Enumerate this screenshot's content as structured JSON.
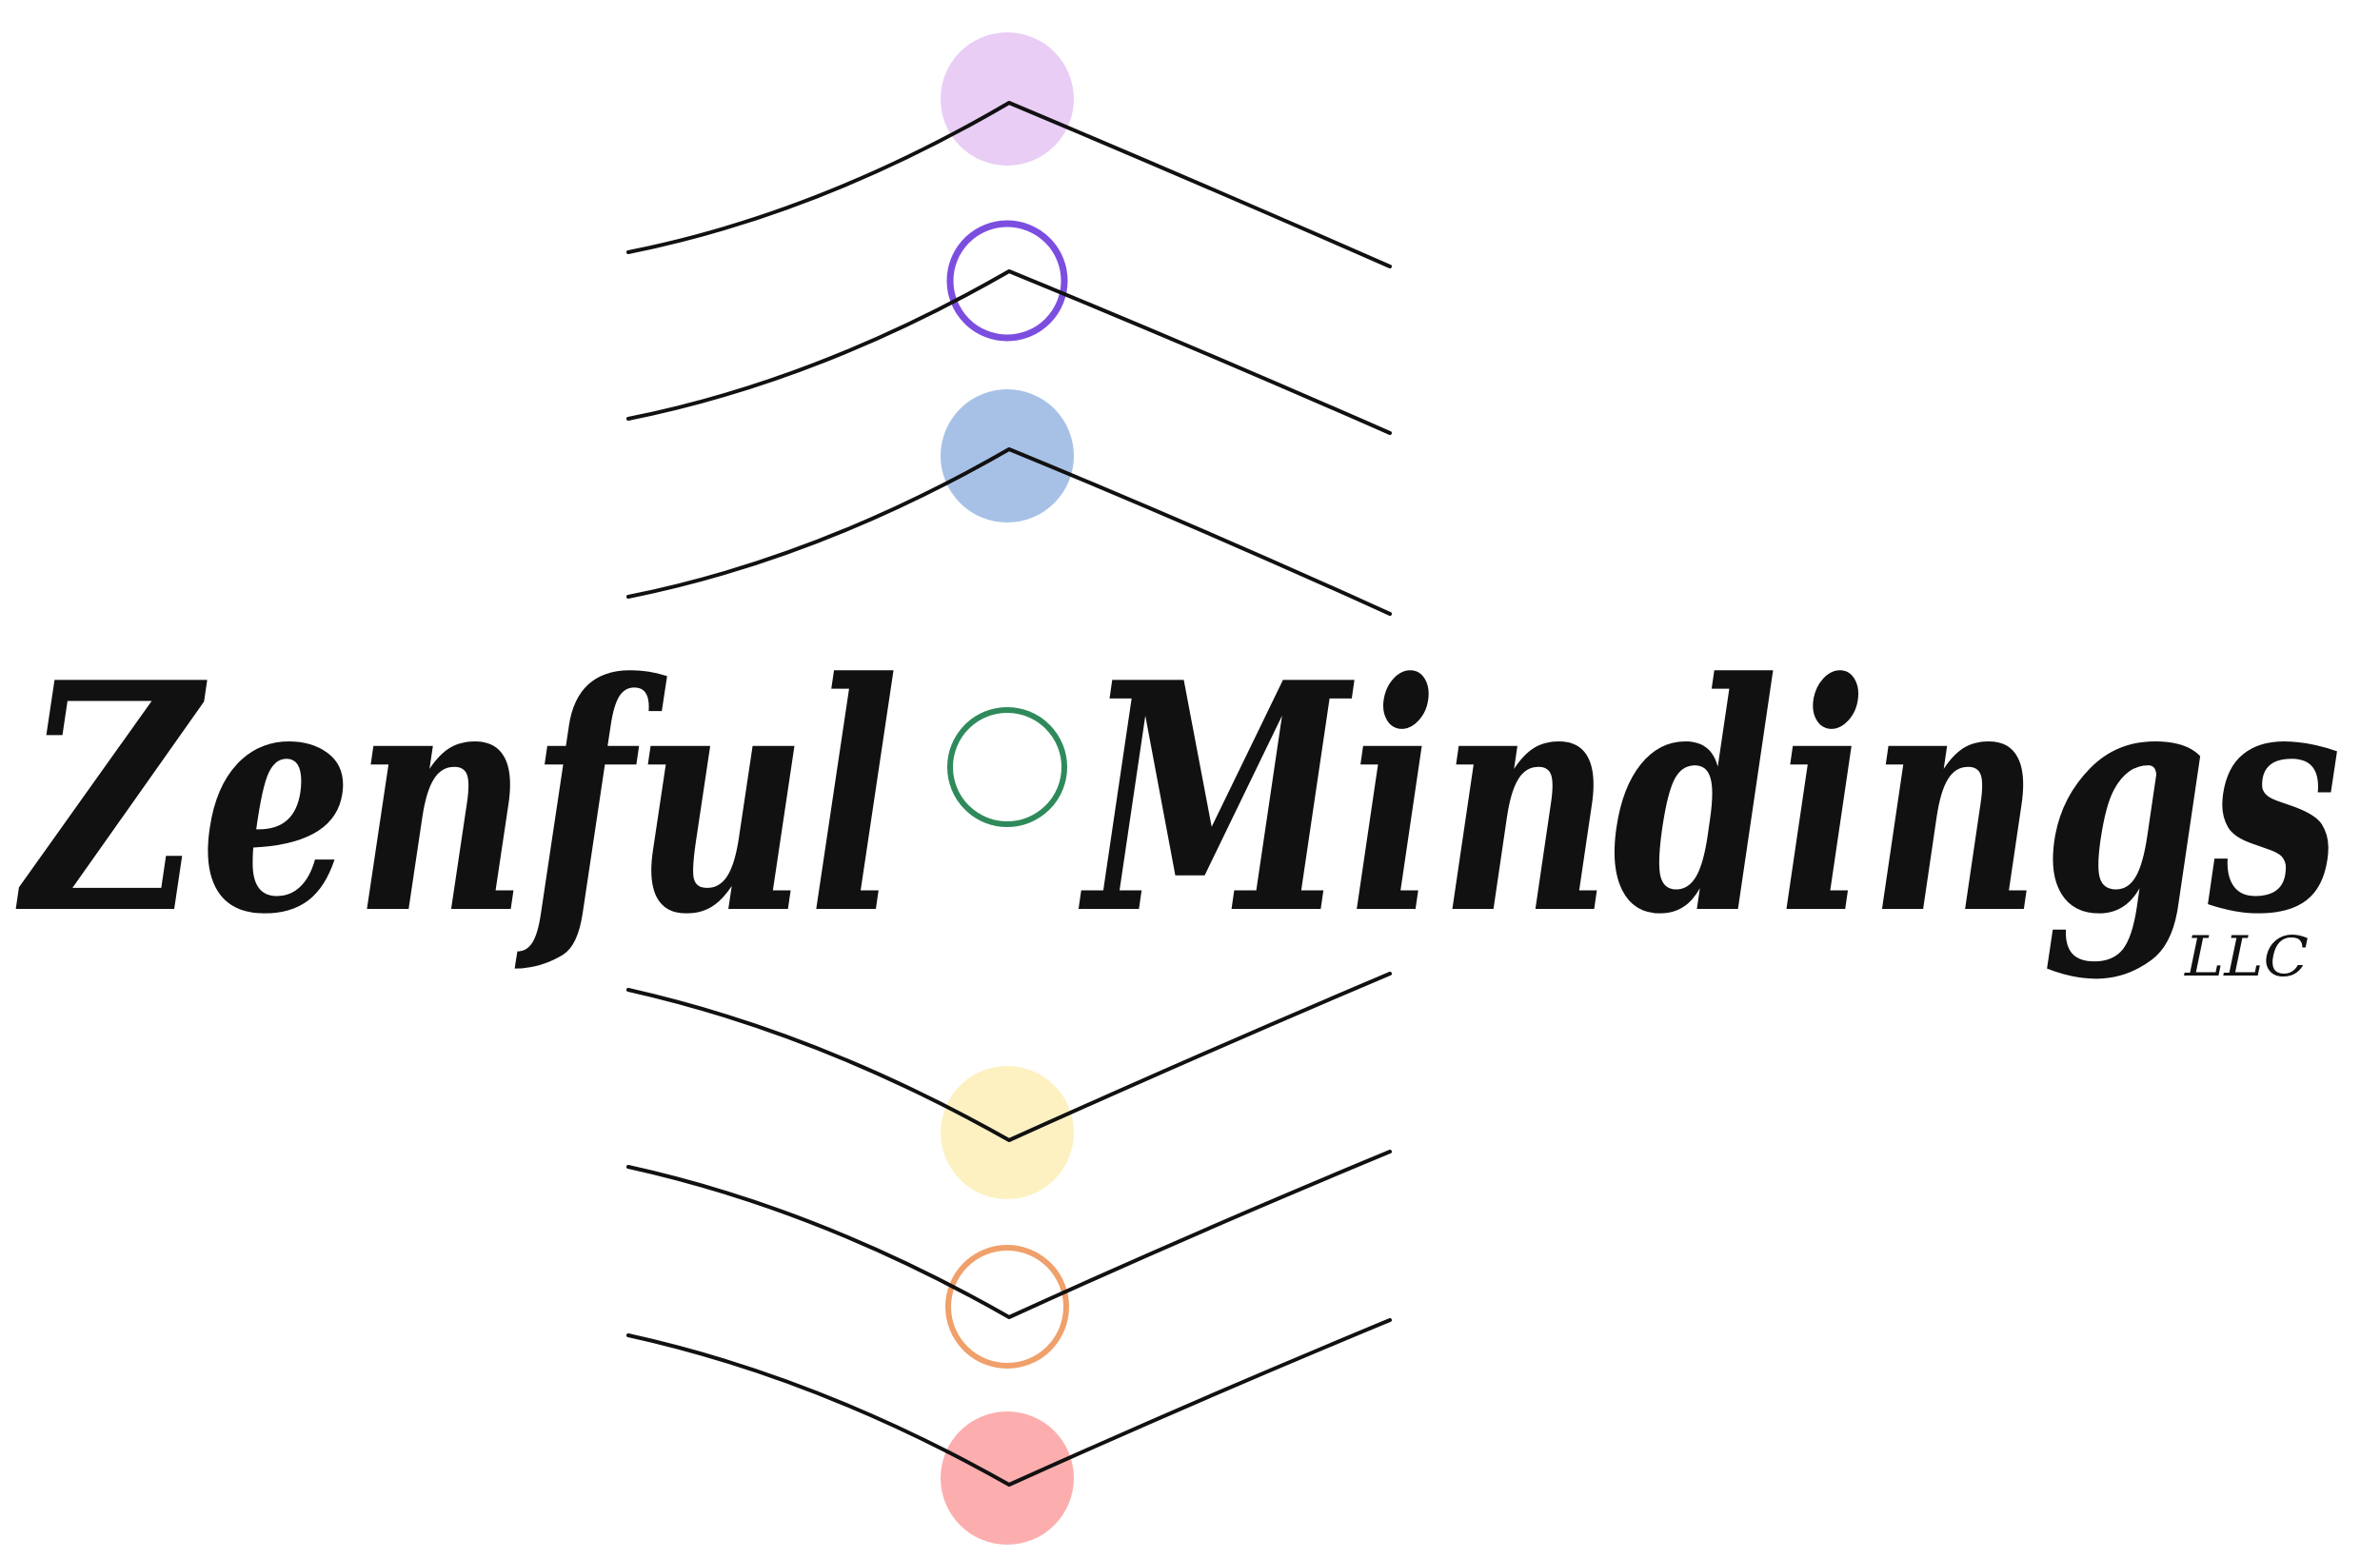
{
  "logo": {
    "word_left": "Zenful",
    "word_right": "Mindings",
    "suffix": "LLC",
    "text_color": "#111111",
    "line_color": "#111111",
    "chakra_colors": {
      "crown": "#e9cdf5",
      "third_eye": "#7c4ee0",
      "throat": "#a7c1e6",
      "heart": "#2f8a5b",
      "solar_plexus": "#fdf1c2",
      "sacral": "#f0a06a",
      "root": "#fcaeae"
    },
    "icons": [
      "crown-chakra-dot-icon",
      "third-eye-chakra-ring-icon",
      "throat-chakra-dot-icon",
      "heart-chakra-ring-icon",
      "solar-plexus-chakra-dot-icon",
      "sacral-chakra-ring-icon",
      "root-chakra-dot-icon",
      "chevron-line-icon"
    ]
  }
}
